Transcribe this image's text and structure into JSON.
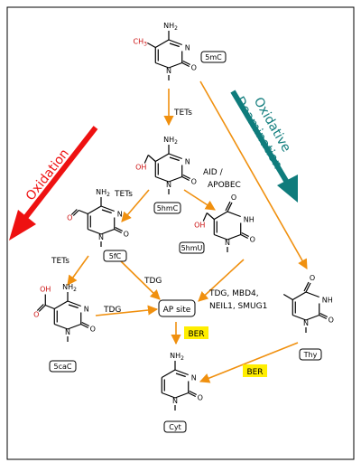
{
  "labels": {
    "mC": "5mC",
    "hmC": "5hmC",
    "fC": "5fC",
    "caC": "5caC",
    "hmU": "5hmU",
    "ap": "AP site",
    "thy": "Thy",
    "cyt": "Cyt"
  },
  "edges": {
    "tets1": "TETs",
    "tets2": "TETs",
    "tets3": "TETs",
    "aid1": "AID /",
    "aid2": "APOBEC",
    "tdg1": "TDG",
    "tdg2": "TDG",
    "glyco1": "TDG, MBD4,",
    "glyco2": "NEIL1, SMUG1"
  },
  "ber": [
    "BER",
    "BER"
  ],
  "side": {
    "oxidation": "Oxidation",
    "oxdeam1": "Oxidative",
    "oxdeam2": "Deamination"
  },
  "atoms": {
    "nh2": "NH",
    "sub2": "2",
    "n": "N",
    "o": "O",
    "nh": "NH",
    "ch3": "CH",
    "sub3": "3",
    "oh": "OH"
  },
  "colors": {
    "arrow": "#f0900f",
    "oxidation": "#ee1111",
    "deamination": "#0f7c7c",
    "highlight": "#ffee00",
    "substituent": "#cc1111"
  }
}
